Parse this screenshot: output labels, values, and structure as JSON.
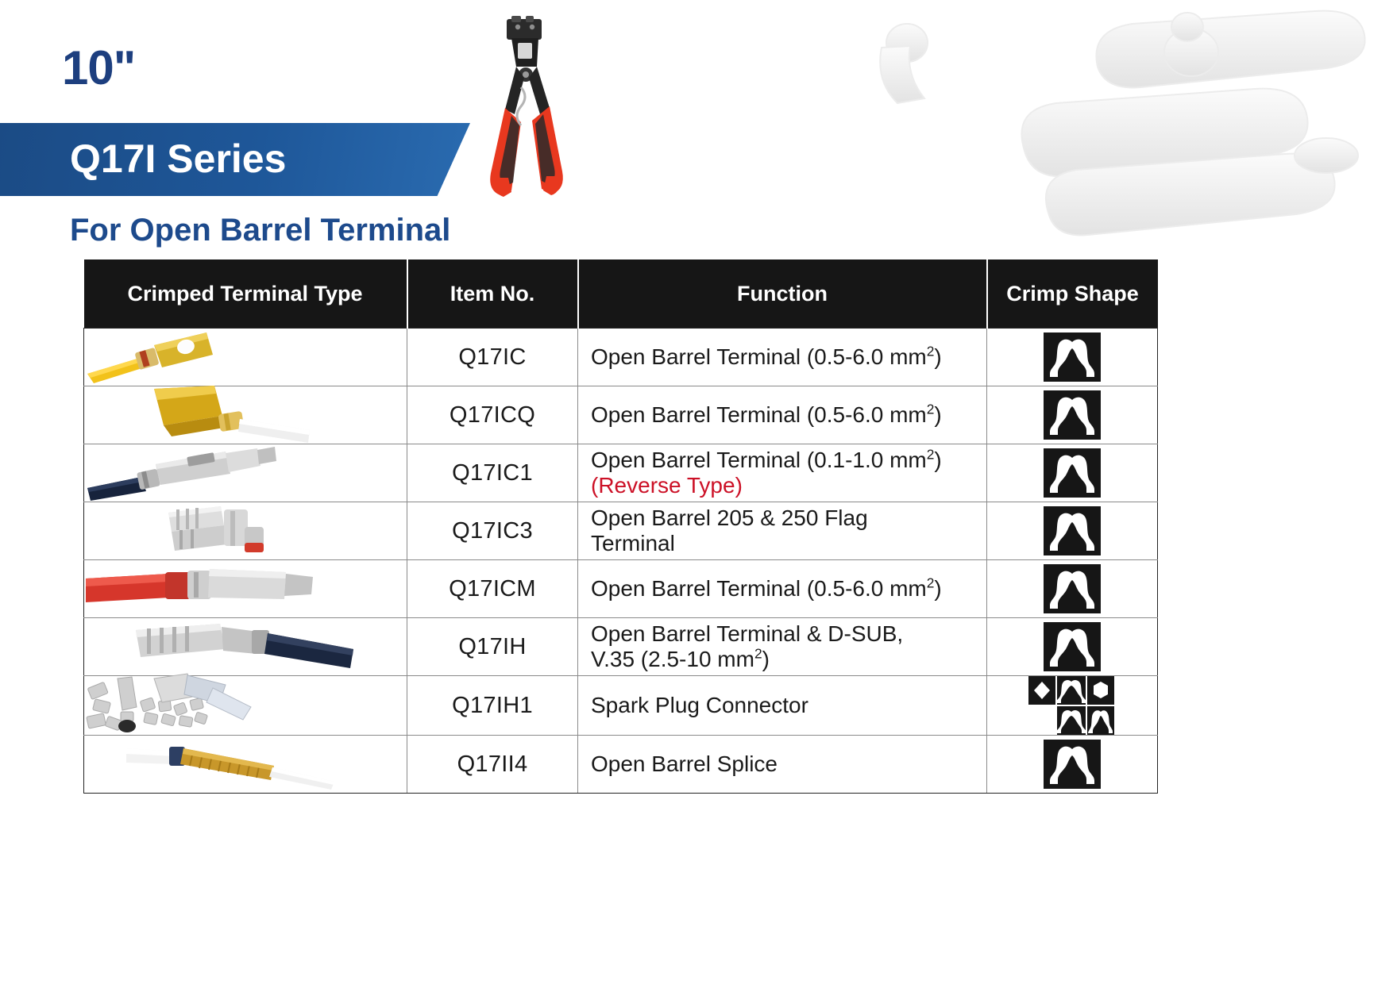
{
  "header": {
    "size_label": "10\"",
    "series_title": "Q17I Series",
    "subtitle": "For Open Barrel Terminal",
    "banner_color": "#1e5799",
    "title_color": "#1d3f7f",
    "tool_photo_name": "crimping-tool-photo"
  },
  "table": {
    "columns": [
      {
        "key": "terminal_type",
        "label": "Crimped Terminal Type"
      },
      {
        "key": "item_no",
        "label": "Item No."
      },
      {
        "key": "function",
        "label": "Function"
      },
      {
        "key": "crimp_shape",
        "label": "Crimp Shape"
      }
    ],
    "header_bg": "#161616",
    "header_text_color": "#ffffff",
    "accent_red": "#cc1026",
    "rows": [
      {
        "image_name": "yellow-male-spade-terminal",
        "item_no": "Q17IC",
        "function": "Open Barrel Terminal (0.5-6.0 mm",
        "function_sup": "2",
        "function_tail": ")",
        "function_note": "",
        "function_line2": "",
        "crimp_shape": "b-crimp"
      },
      {
        "image_name": "gold-female-spade-terminal-with-white-wire",
        "item_no": "Q17ICQ",
        "function": "Open Barrel Terminal (0.5-6.0 mm",
        "function_sup": "2",
        "function_tail": ")",
        "function_note": "",
        "function_line2": "",
        "crimp_shape": "b-crimp"
      },
      {
        "image_name": "silver-pin-terminal-with-black-wire",
        "item_no": "Q17IC1",
        "function": "Open Barrel Terminal (0.1-1.0 mm",
        "function_sup": "2",
        "function_tail": ")",
        "function_note": "(Reverse Type)",
        "function_line2": "",
        "crimp_shape": "b-crimp"
      },
      {
        "image_name": "flag-terminal-pair",
        "item_no": "Q17IC3",
        "function": "Open Barrel 205 & 250 Flag",
        "function_sup": "",
        "function_tail": "",
        "function_note": "",
        "function_line2": "Terminal",
        "crimp_shape": "b-crimp"
      },
      {
        "image_name": "red-wire-female-spade-terminal",
        "item_no": "Q17ICM",
        "function": "Open Barrel Terminal (0.5-6.0 mm",
        "function_sup": "2",
        "function_tail": ")",
        "function_note": "",
        "function_line2": "",
        "crimp_shape": "b-crimp"
      },
      {
        "image_name": "d-sub-contact-with-navy-wire",
        "item_no": "Q17IH",
        "function": "Open Barrel Terminal & D-SUB,",
        "function_sup": "",
        "function_tail": "",
        "function_note": "",
        "function_line2": "V.35 (2.5-10 mm|2|)",
        "crimp_shape": "b-crimp"
      },
      {
        "image_name": "spark-plug-connector-parts-assortment",
        "item_no": "Q17IH1",
        "function": "Spark Plug Connector",
        "function_sup": "",
        "function_tail": "",
        "function_note": "",
        "function_line2": "",
        "crimp_shape": "multi-shape"
      },
      {
        "image_name": "open-barrel-splice-with-white-wires",
        "item_no": "Q17II4",
        "function": "Open Barrel Splice",
        "function_sup": "",
        "function_tail": "",
        "function_note": "",
        "function_line2": "",
        "crimp_shape": "b-crimp"
      }
    ]
  }
}
